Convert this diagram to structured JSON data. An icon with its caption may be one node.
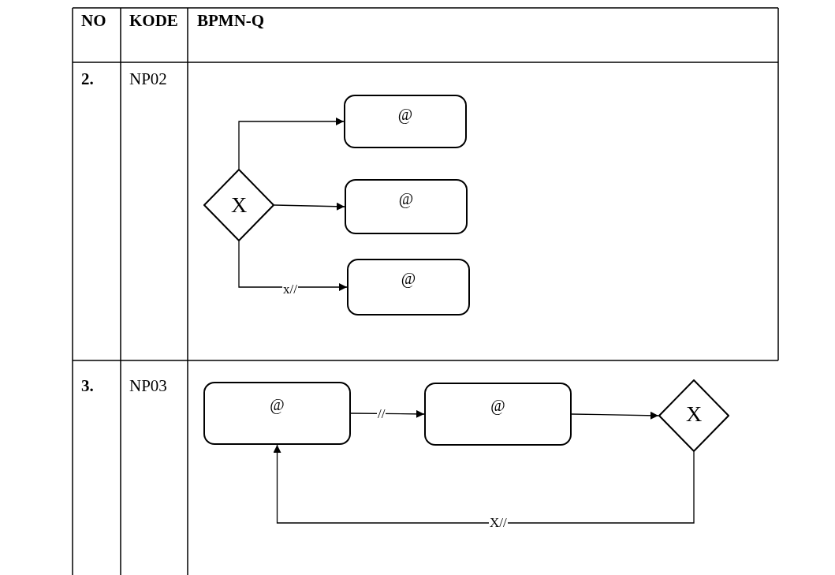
{
  "diagram": {
    "nodes": [
      {
        "text": [
          "X"
        ]
      },
      {
        "text": [
          "@"
        ]
      },
      {
        "text": [
          "@"
        ]
      },
      {
        "text": [
          "@"
        ]
      },
      {
        "text": [
          "@"
        ]
      },
      {
        "text": [
          "@"
        ]
      },
      {
        "text": [
          "X"
        ]
      }
    ],
    "edges": [
      {
        "from": 0,
        "to": 1,
        "arrow": "to"
      },
      {
        "from": 0,
        "to": 2,
        "arrow": "to"
      },
      {
        "from": 0,
        "to": 3,
        "arrow": "to",
        "label": "x//"
      },
      {
        "from": 4,
        "to": 5,
        "arrow": "to",
        "label": "//"
      },
      {
        "from": 5,
        "to": 6,
        "arrow": "to"
      },
      {
        "from": 6,
        "to": 4,
        "arrow": "to",
        "label": "X//"
      }
    ],
    "labels": [
      "NO",
      "KODE",
      "BPMN-Q",
      "2.",
      "NP02",
      "3.",
      "NP03"
    ]
  }
}
